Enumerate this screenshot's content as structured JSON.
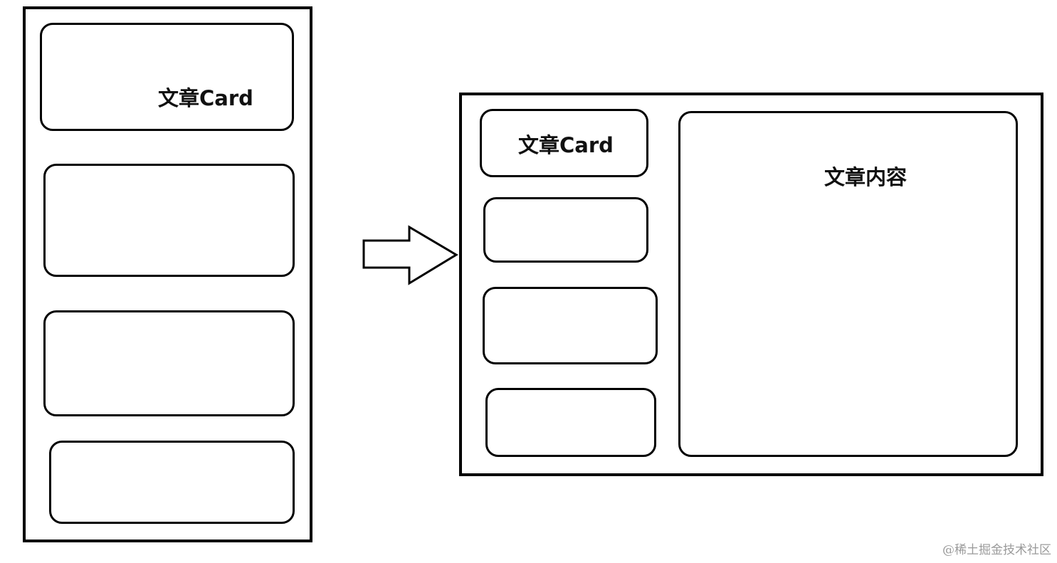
{
  "left_panel": {
    "cards": [
      {
        "label": "文章Card"
      },
      {
        "label": ""
      },
      {
        "label": ""
      },
      {
        "label": ""
      }
    ]
  },
  "right_panel": {
    "cards": [
      {
        "label": "文章Card"
      },
      {
        "label": ""
      },
      {
        "label": ""
      },
      {
        "label": ""
      }
    ],
    "content": {
      "label": "文章内容"
    }
  },
  "watermark": "@稀土掘金技术社区",
  "colors": {
    "stroke": "#000000",
    "background": "#ffffff",
    "watermark": "#9a9a9a"
  }
}
